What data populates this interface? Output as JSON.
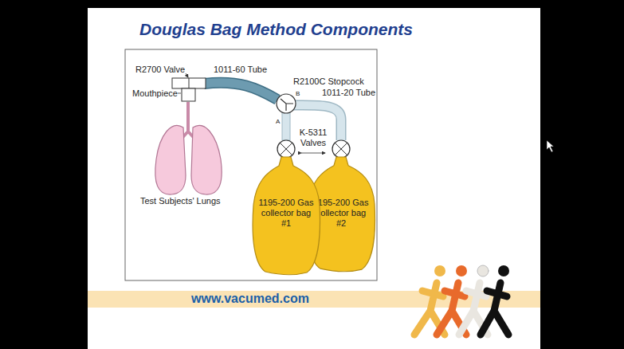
{
  "diagram": {
    "title": "Douglas Bag Method Components",
    "nodes": [
      {
        "text": [
          "1195-200 Gas collector bag #1"
        ]
      },
      {
        "text": [
          "1195-200 Gas collector bag #2"
        ]
      }
    ],
    "labels": [
      "R2700 Valve",
      "Mouthpiece",
      "1011-60 Tube",
      "R2100C Stopcock",
      "1011-20 Tube",
      "B",
      "A",
      "K-5311 Valves",
      "Test Subjects' Lungs",
      "www.vacumed.com"
    ]
  }
}
